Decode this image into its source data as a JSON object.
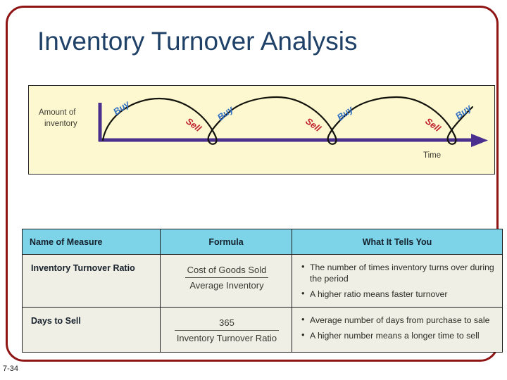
{
  "slide": {
    "title": "Inventory Turnover Analysis",
    "page_number": "7-34",
    "border_color": "#8f1515",
    "title_color": "#1f4168"
  },
  "diagram": {
    "name": "inventory-cycle-diagram",
    "panel_background": "#fdf8cf",
    "axis_color": "#4b2f8f",
    "curve_color": "#14140f",
    "y_axis_label_line1": "Amount of",
    "y_axis_label_line2": "inventory",
    "x_axis_label": "Time",
    "buy_label": "Buy",
    "sell_label": "Sell",
    "buy_color": "#2f6fc4",
    "sell_color": "#c02030",
    "cycles": 3,
    "labels": [
      {
        "text": "Buy",
        "kind": "buy"
      },
      {
        "text": "Sell",
        "kind": "sell"
      },
      {
        "text": "Buy",
        "kind": "buy"
      },
      {
        "text": "Sell",
        "kind": "sell"
      },
      {
        "text": "Buy",
        "kind": "buy"
      },
      {
        "text": "Sell",
        "kind": "sell"
      },
      {
        "text": "Buy",
        "kind": "buy"
      }
    ]
  },
  "table": {
    "header_background": "#7dd3e8",
    "row_background": "#f0efe6",
    "columns": [
      "Name of Measure",
      "Formula",
      "What It Tells You"
    ],
    "rows": [
      {
        "measure": "Inventory Turnover Ratio",
        "formula_numerator": "Cost of Goods Sold",
        "formula_denominator": "Average Inventory",
        "tells": [
          "The number of times inventory turns over during the period",
          "A higher ratio means faster turnover"
        ]
      },
      {
        "measure": "Days to Sell",
        "formula_numerator": "365",
        "formula_denominator": "Inventory Turnover Ratio",
        "tells": [
          "Average number of days from purchase to sale",
          "A higher number means a longer time to sell"
        ]
      }
    ]
  }
}
